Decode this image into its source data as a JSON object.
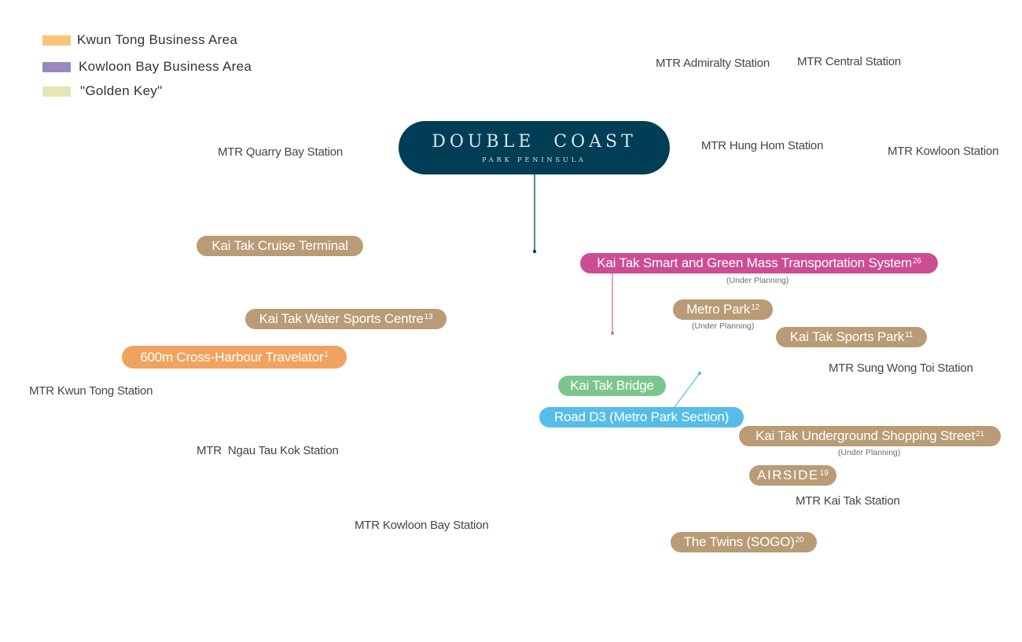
{
  "legend": [
    {
      "label": "Kwun Tong Business Area",
      "color": "#f8c47c"
    },
    {
      "label": "Kowloon Bay Business Area",
      "color": "#9b87bf"
    },
    {
      "label": "\"Golden Key\"",
      "color": "#e6e6b5"
    }
  ],
  "brand": {
    "title": "DOUBLE  COAST",
    "subtitle": "PARK PENINSULA",
    "color": "#003e55"
  },
  "stations": [
    {
      "label": "MTR Admiralty Station"
    },
    {
      "label": "MTR Central Station"
    },
    {
      "label": "MTR Quarry Bay Station"
    },
    {
      "label": "MTR Hung Hom Station"
    },
    {
      "label": "MTR Kowloon Station"
    },
    {
      "label": "MTR Sung Wong Toi Station"
    },
    {
      "label": "MTR Kwun Tong Station"
    },
    {
      "label": "MTR  Ngau Tau Kok Station"
    },
    {
      "label": "MTR Kai Tak Station"
    },
    {
      "label": "MTR Kowloon Bay Station"
    }
  ],
  "landmarks": [
    {
      "label": "Kai Tak Cruise Terminal",
      "sup": "",
      "color": "#b99b76"
    },
    {
      "label": "Kai Tak Smart and Green Mass Transportation System",
      "sup": "26",
      "color": "#cc4d93",
      "note": "(Under Planning)"
    },
    {
      "label": "Metro Park",
      "sup": "12",
      "color": "#b99b76",
      "note": "(Under Planning)"
    },
    {
      "label": "Kai Tak Water Sports Centre",
      "sup": "13",
      "color": "#b99b76"
    },
    {
      "label": "Kai Tak Sports Park",
      "sup": "11",
      "color": "#b99b76"
    },
    {
      "label": "600m Cross-Harbour Travelator",
      "sup": "1",
      "color": "#efa35f"
    },
    {
      "label": "Kai Tak Bridge",
      "sup": "",
      "color": "#7cc68e"
    },
    {
      "label": "Road D3 (Metro Park Section)",
      "sup": "",
      "color": "#55bde8"
    },
    {
      "label": "Kai Tak Underground Shopping Street",
      "sup": "21",
      "color": "#b99b76",
      "note": "(Under Planning)"
    },
    {
      "label": "AIRSIDE",
      "sup": "19",
      "color": "#b99b76"
    },
    {
      "label": "The Twins (SOGO)",
      "sup": "20",
      "color": "#b99b76"
    }
  ],
  "connector_colors": {
    "brand": "#003e55",
    "transport": "#e06aa8",
    "road": "#55bde8"
  }
}
